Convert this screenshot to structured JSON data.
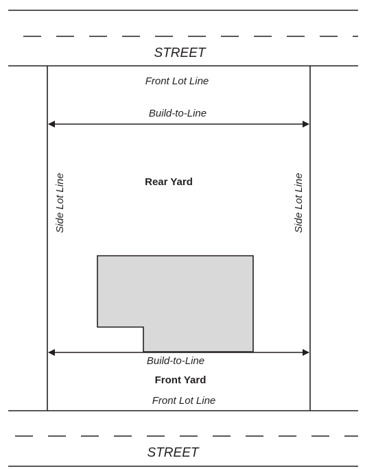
{
  "streets": {
    "top_label": "STREET",
    "bottom_label": "STREET"
  },
  "lot": {
    "front_lot_line_top": "Front Lot Line",
    "front_lot_line_bottom": "Front Lot Line",
    "side_lot_line_left": "Side Lot Line",
    "side_lot_line_right": "Side Lot Line"
  },
  "build_to_line": {
    "top": "Build-to-Line",
    "bottom": "Build-to-Line"
  },
  "yards": {
    "rear": "Rear Yard",
    "front": "Front Yard"
  },
  "colors": {
    "line": "#231f20",
    "building_fill": "#d9d9da",
    "background": "#ffffff"
  }
}
